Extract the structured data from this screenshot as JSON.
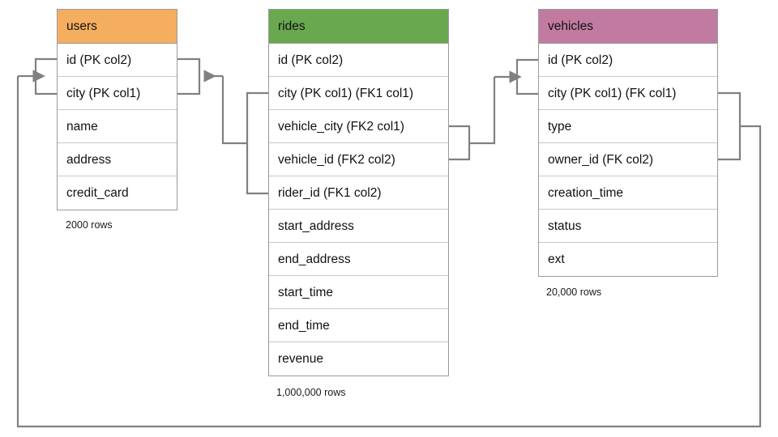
{
  "diagram": {
    "title": "rides schema entity-relationship diagram",
    "colors": {
      "users_header": "#f5ae60",
      "rides_header": "#6aa84f",
      "vehicles_header": "#c27ba0",
      "edge_stroke": "#808080",
      "table_border": "#9a9a9a",
      "field_divider": "#c8c8c8",
      "text": "#111111",
      "background": "#ffffff"
    },
    "tables": [
      {
        "id": "users",
        "name": "users",
        "header_color": "#f5ae60",
        "row_count_label": "2000 rows",
        "fields": [
          "id (PK col2)",
          "city (PK col1)",
          "name",
          "address",
          "credit_card"
        ]
      },
      {
        "id": "rides",
        "name": "rides",
        "header_color": "#6aa84f",
        "row_count_label": "1,000,000 rows",
        "fields": [
          "id (PK col2)",
          "city (PK col1) (FK1 col1)",
          "vehicle_city (FK2 col1)",
          "vehicle_id (FK2 col2)",
          "rider_id (FK1 col2)",
          "start_address",
          "end_address",
          "start_time",
          "end_time",
          "revenue"
        ]
      },
      {
        "id": "vehicles",
        "name": "vehicles",
        "header_color": "#c27ba0",
        "row_count_label": "20,000 rows",
        "fields": [
          "id (PK col2)",
          "city (PK col1) (FK col1)",
          "type",
          "owner_id (FK col2)",
          "creation_time",
          "status",
          "ext"
        ]
      }
    ],
    "relationships": [
      {
        "id": "rides-fk1-users",
        "from_table": "rides",
        "from_fields": [
          "city (PK col1) (FK1 col1)",
          "rider_id (FK1 col2)"
        ],
        "to_table": "users",
        "to_fields": [
          "id (PK col2)",
          "city (PK col1)"
        ]
      },
      {
        "id": "rides-fk2-vehicles",
        "from_table": "rides",
        "from_fields": [
          "vehicle_city (FK2 col1)",
          "vehicle_id (FK2 col2)"
        ],
        "to_table": "vehicles",
        "to_fields": [
          "id (PK col2)",
          "city (PK col1) (FK col1)"
        ]
      },
      {
        "id": "vehicles-fk-users",
        "from_table": "vehicles",
        "from_fields": [
          "city (PK col1) (FK col1)",
          "owner_id (FK col2)"
        ],
        "to_table": "users",
        "to_fields": [
          "id (PK col2)",
          "city (PK col1)"
        ]
      }
    ]
  }
}
